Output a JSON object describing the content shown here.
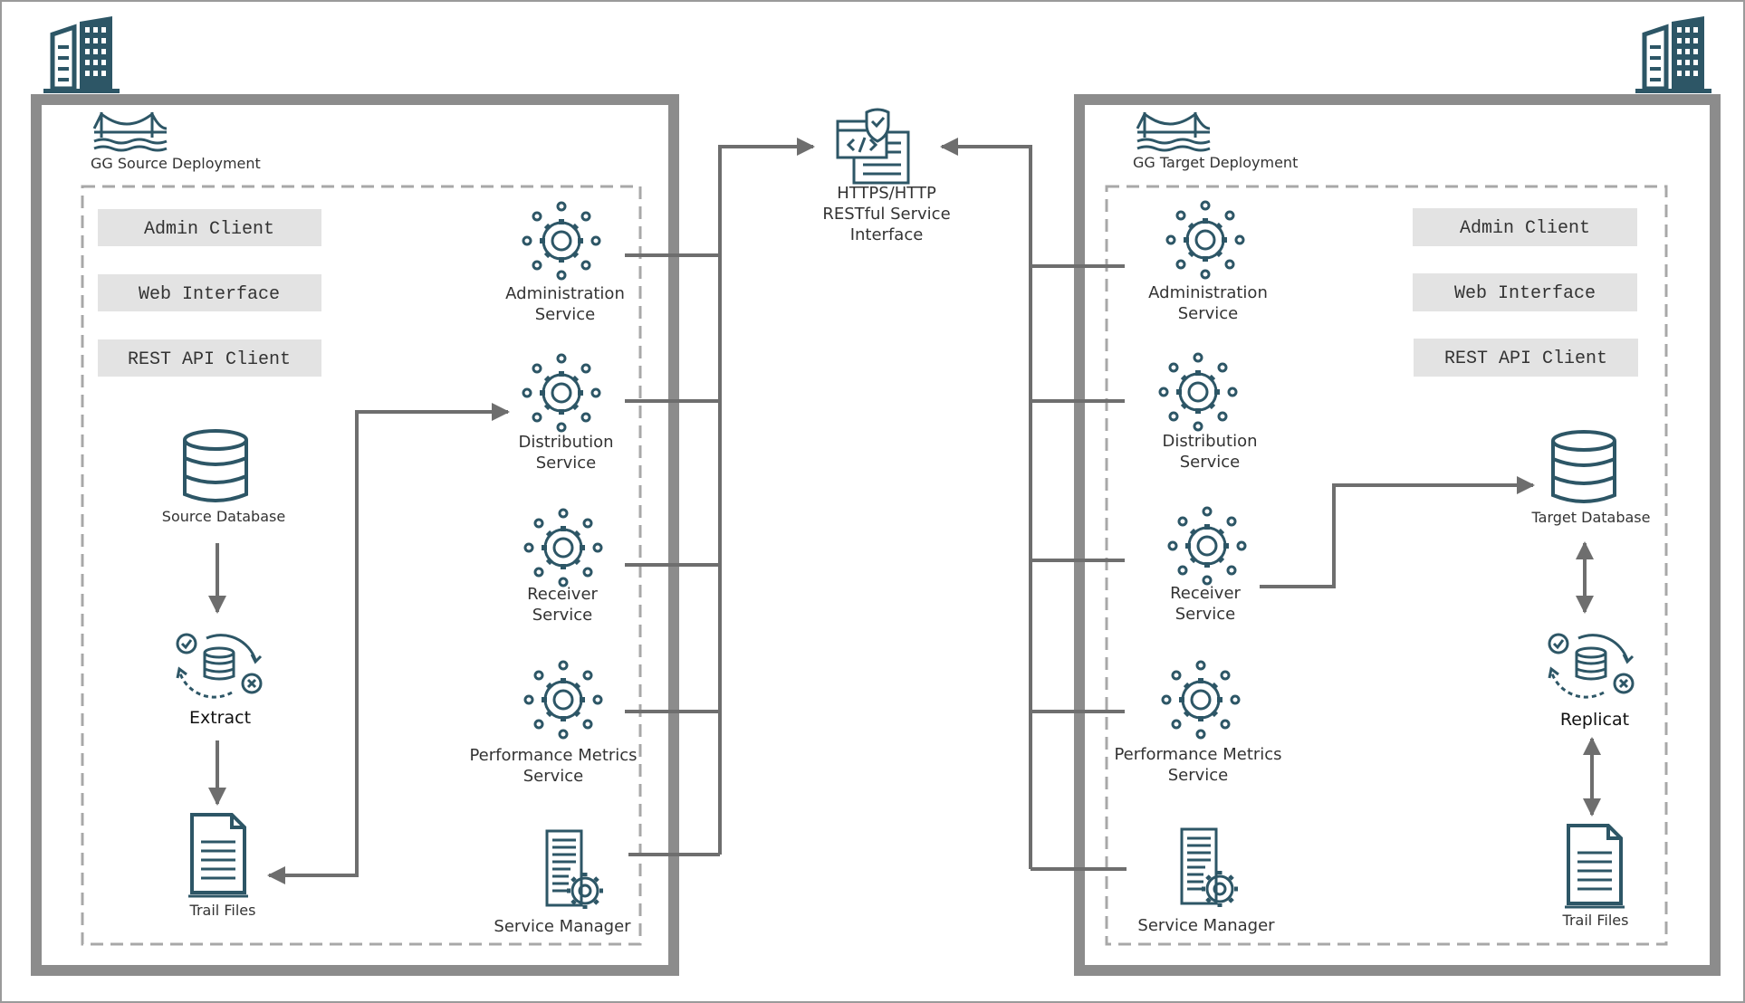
{
  "source": {
    "deployment_label": "GG Source Deployment",
    "clients": [
      "Admin Client",
      "Web Interface",
      "REST API Client"
    ],
    "database_label": "Source  Database",
    "extract_label": "Extract",
    "trail_label": "Trail Files",
    "services": [
      {
        "line1": "Administration",
        "line2": "Service"
      },
      {
        "line1": "Distribution",
        "line2": "Service"
      },
      {
        "line1": "Receiver",
        "line2": "Service"
      },
      {
        "line1": "Performance Metrics",
        "line2": "Service"
      }
    ],
    "service_manager_label": "Service Manager"
  },
  "target": {
    "deployment_label": "GG Target Deployment",
    "clients": [
      "Admin Client",
      "Web Interface",
      "REST API Client"
    ],
    "database_label": "Target  Database",
    "replicat_label": "Replicat",
    "trail_label": "Trail Files",
    "services": [
      {
        "line1": "Administration",
        "line2": "Service"
      },
      {
        "line1": "Distribution",
        "line2": "Service"
      },
      {
        "line1": "Receiver",
        "line2": "Service"
      },
      {
        "line1": "Performance Metrics",
        "line2": "Service"
      }
    ],
    "service_manager_label": "Service Manager"
  },
  "interface": {
    "line1": "HTTPS/HTTP",
    "line2": "RESTful Service",
    "line3": "Interface"
  },
  "colors": {
    "icon": "#2d5666",
    "connector": "#6e6e6e",
    "frame": "#8c8c8c",
    "client_box": "#e3e3e3"
  }
}
